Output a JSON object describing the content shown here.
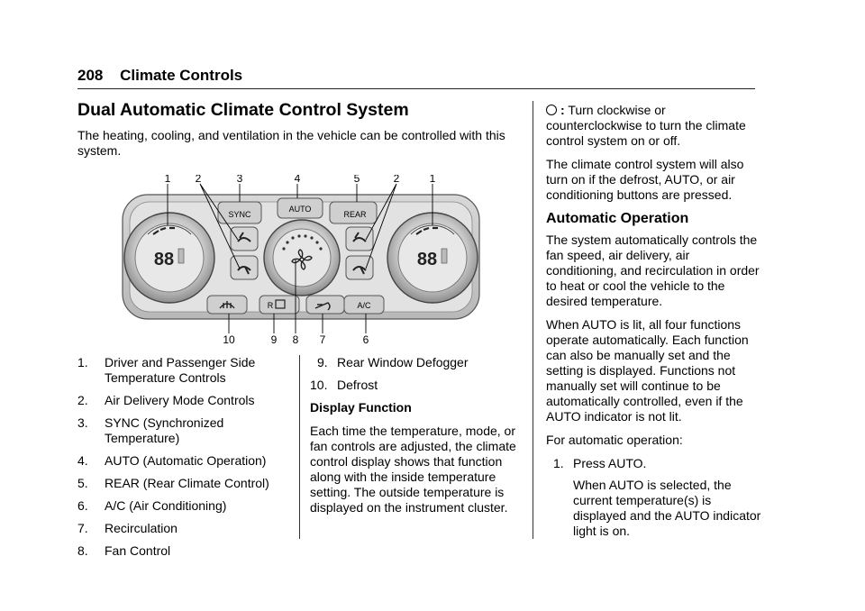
{
  "header": {
    "page_number": "208",
    "section": "Climate Controls"
  },
  "title": "Dual Automatic Climate Control System",
  "intro": "The heating, cooling, and ventilation in the vehicle can be controlled with this system.",
  "figure": {
    "callouts_top": [
      "1",
      "2",
      "3",
      "4",
      "5",
      "2",
      "1"
    ],
    "callouts_bottom": [
      "10",
      "9",
      "8",
      "7",
      "6"
    ],
    "buttons": {
      "sync": "SYNC",
      "auto": "AUTO",
      "rear": "REAR",
      "ac": "A/C",
      "rear_defog": "R"
    },
    "display_text": "88"
  },
  "legend": [
    {
      "num": "1.",
      "text": "Driver and Passenger Side Temperature Controls"
    },
    {
      "num": "2.",
      "text": "Air Delivery Mode Controls"
    },
    {
      "num": "3.",
      "text": "SYNC (Synchronized Temperature)"
    },
    {
      "num": "4.",
      "text": "AUTO (Automatic Operation)"
    },
    {
      "num": "5.",
      "text": "REAR (Rear Climate Control)"
    },
    {
      "num": "6.",
      "text": "A/C (Air Conditioning)"
    },
    {
      "num": "7.",
      "text": "Recirculation"
    },
    {
      "num": "8.",
      "text": "Fan Control"
    },
    {
      "num": "9.",
      "text": "Rear Window Defogger"
    },
    {
      "num": "10.",
      "text": "Defrost"
    }
  ],
  "display_function": {
    "heading": "Display Function",
    "body": "Each time the temperature, mode, or fan controls are adjusted, the climate control display shows that function along with the inside temperature setting. The outside temperature is displayed on the instrument cluster."
  },
  "power": {
    "label": ":",
    "text": "Turn clockwise or counterclockwise to turn the climate control system on or off.",
    "note": "The climate control system will also turn on if the defrost, AUTO, or air conditioning buttons are pressed."
  },
  "automatic": {
    "heading": "Automatic Operation",
    "p1": "The system automatically controls the fan speed, air delivery, air conditioning, and recirculation in order to heat or cool the vehicle to the desired temperature.",
    "p2": "When AUTO is lit, all four functions operate automatically. Each function can also be manually set and the setting is displayed. Functions not manually set will continue to be automatically controlled, even if the AUTO indicator is not lit.",
    "p3": "For automatic operation:",
    "step_num": "1.",
    "step_text": "Press AUTO.",
    "step_detail": "When AUTO is selected, the current temperature(s) is displayed and the AUTO indicator light is on."
  }
}
